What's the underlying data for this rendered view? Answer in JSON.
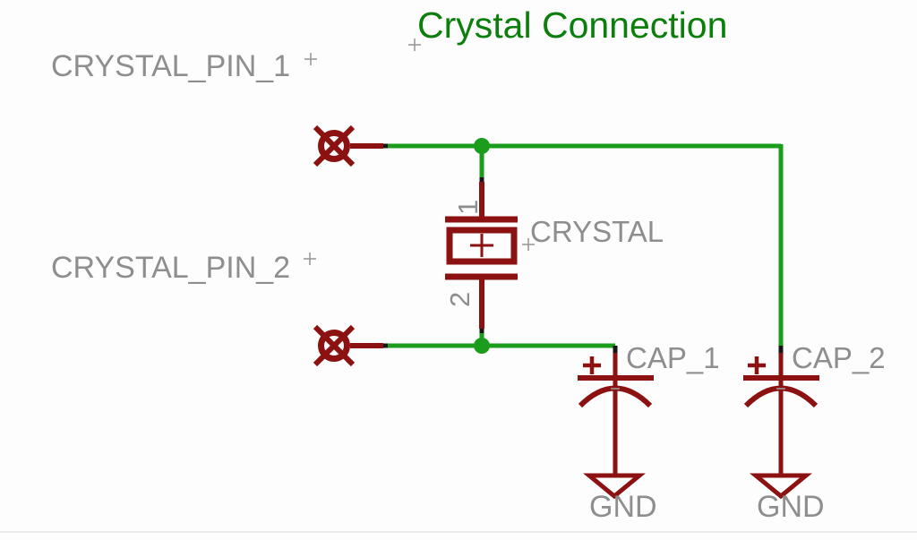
{
  "title": "Crystal Connection",
  "net_labels": {
    "crystal_pin_1": "CRYSTAL_PIN_1",
    "crystal_pin_2": "CRYSTAL_PIN_2"
  },
  "components": {
    "crystal": {
      "label": "CRYSTAL",
      "pin_top_number": "1",
      "pin_bottom_number": "2"
    },
    "cap_1": {
      "label": "CAP_1",
      "polarity_mark": "+"
    },
    "cap_2": {
      "label": "CAP_2",
      "polarity_mark": "+"
    },
    "gnd_1": {
      "label": "GND"
    },
    "gnd_2": {
      "label": "GND"
    }
  },
  "colors": {
    "title_green": "#0b7e0b",
    "wire_green": "#1c9c1c",
    "symbol_maroon": "#8c1111",
    "label_gray": "#8e8e8e",
    "background": "#fdfdfd"
  }
}
